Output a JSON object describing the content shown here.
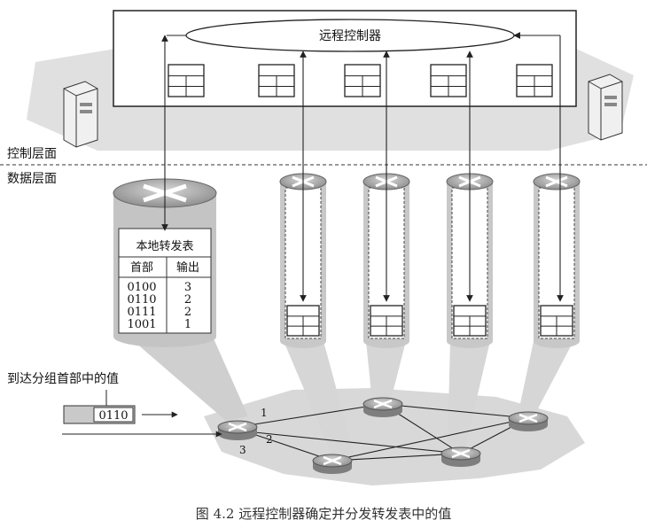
{
  "controller": {
    "label": "远程控制器"
  },
  "planes": {
    "control": "控制层面",
    "data": "数据层面"
  },
  "forwarding_table": {
    "title": "本地转发表",
    "headers": [
      "首部",
      "输出"
    ],
    "rows": [
      [
        "0100",
        "3"
      ],
      [
        "0110",
        "2"
      ],
      [
        "0111",
        "2"
      ],
      [
        "1001",
        "1"
      ]
    ]
  },
  "packet": {
    "caption": "到达分组首部中的值",
    "value": "0110"
  },
  "ports": [
    "1",
    "2",
    "3"
  ],
  "figure_caption": "图 4.2   远程控制器确定并分发转发表中的值",
  "colors": {
    "shade": "#c9c9c9",
    "line": "#222222",
    "router": "#a9a9a9"
  }
}
